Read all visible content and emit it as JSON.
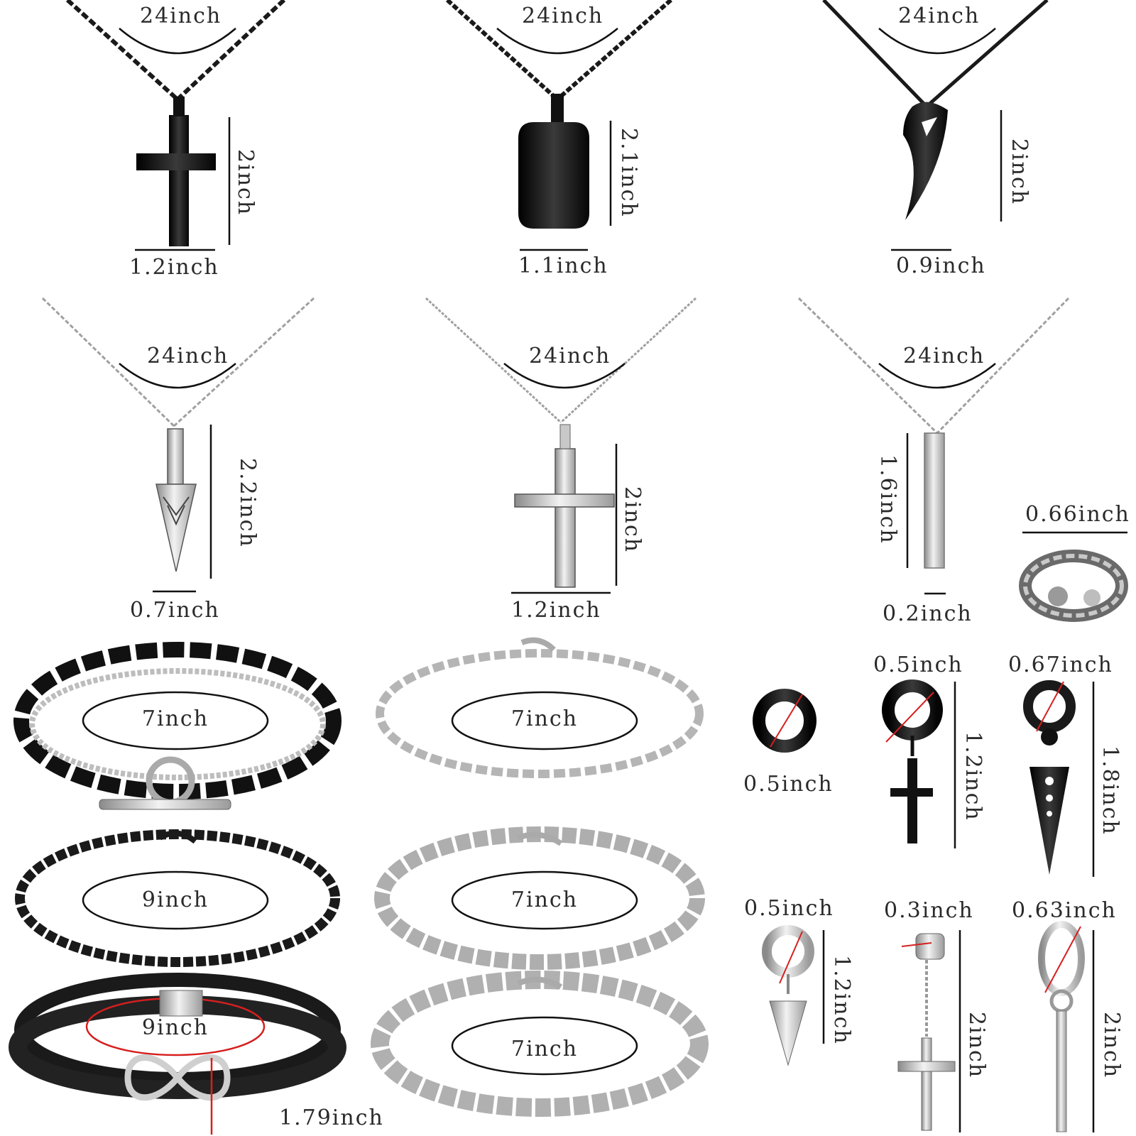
{
  "colors": {
    "black_metal": "#1a1a1a",
    "silver_metal": "#b8b8b8",
    "measure_line": "#111111",
    "red_measure": "#d61f1f",
    "background": "#ffffff"
  },
  "necklaces": [
    {
      "chain": "24inch",
      "height": "2inch",
      "width": "1.2inch",
      "pendant": "cross-icon",
      "finish": "black"
    },
    {
      "chain": "24inch",
      "height": "2.1inch",
      "width": "1.1inch",
      "pendant": "dog-tag-icon",
      "finish": "black"
    },
    {
      "chain": "24inch",
      "height": "2inch",
      "width": "0.9inch",
      "pendant": "tooth-icon",
      "finish": "black"
    },
    {
      "chain": "24inch",
      "height": "2.2inch",
      "width": "0.7inch",
      "pendant": "arrowhead-icon",
      "finish": "silver"
    },
    {
      "chain": "24inch",
      "height": "2inch",
      "width": "1.2inch",
      "pendant": "cross-icon",
      "finish": "silver"
    },
    {
      "chain": "24inch",
      "height": "1.6inch",
      "width": "0.2inch",
      "pendant": "bar-icon",
      "finish": "silver"
    }
  ],
  "ring": {
    "width": "0.66inch"
  },
  "bracelets": [
    {
      "length": "7inch",
      "style": "black-rolo-with-silver-curb-toggle"
    },
    {
      "length": "7inch",
      "style": "silver-cable"
    },
    {
      "length": "9inch",
      "style": "black-curb"
    },
    {
      "length": "7inch",
      "style": "silver-wheat"
    },
    {
      "length": "9inch",
      "height": "1.79inch",
      "style": "black-leather-infinity"
    },
    {
      "length": "7inch",
      "style": "silver-cuban"
    }
  ],
  "earrings": [
    {
      "width": "0.5inch",
      "style": "black-huggie"
    },
    {
      "width": "0.5inch",
      "height": "1.2inch",
      "style": "black-hoop-cross"
    },
    {
      "width": "0.67inch",
      "height": "1.8inch",
      "style": "black-hoop-spike"
    },
    {
      "width": "0.5inch",
      "height": "1.2inch",
      "style": "silver-hoop-spike"
    },
    {
      "width": "0.3inch",
      "height": "2inch",
      "style": "silver-stud-cross"
    },
    {
      "width": "0.63inch",
      "height": "2inch",
      "style": "silver-hoop-bar"
    }
  ]
}
